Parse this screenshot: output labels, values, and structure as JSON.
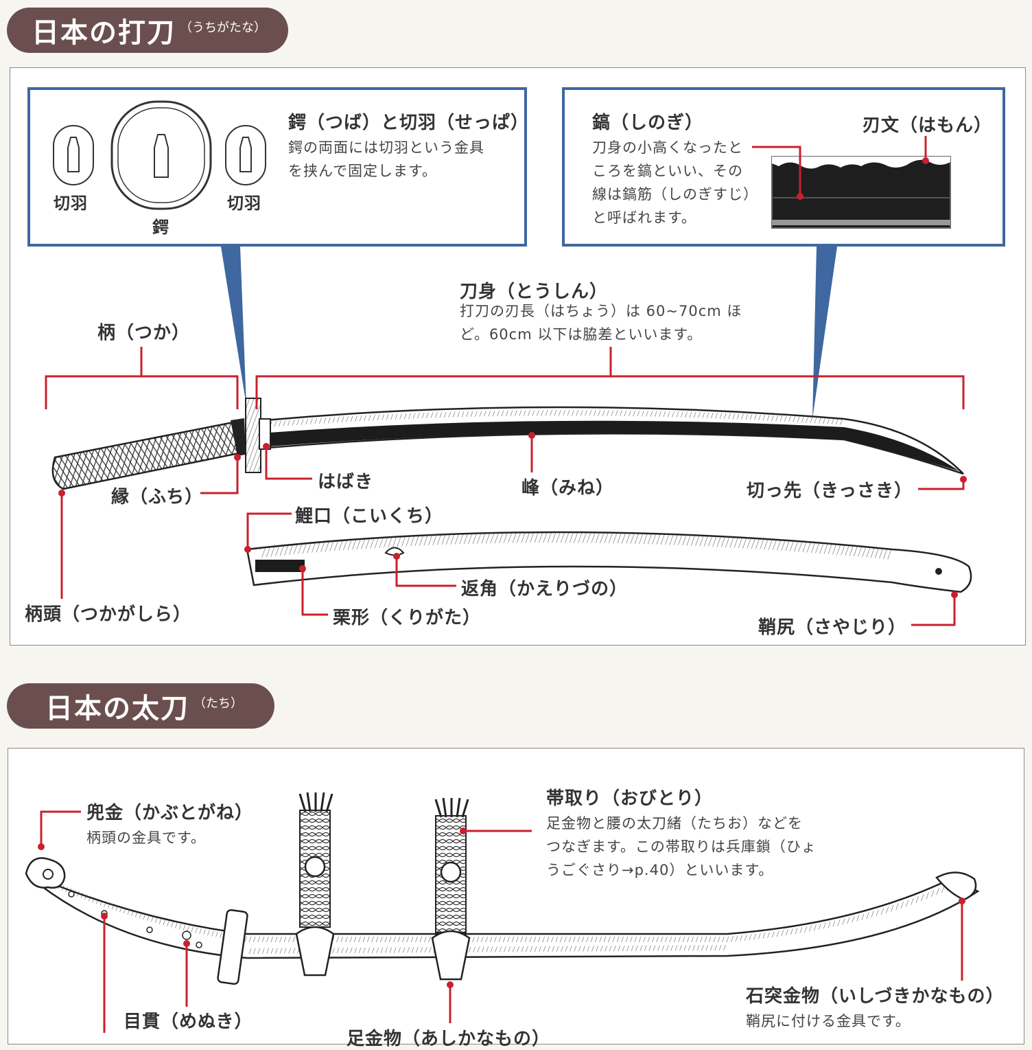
{
  "section1": {
    "title": "日本の打刀",
    "reading": "（うちがたな）"
  },
  "section2": {
    "title": "日本の太刀",
    "reading": "（たち）"
  },
  "tsuba_box": {
    "heading": "鍔（つば）と切羽（せっぱ）",
    "desc_line1": "鍔の両面には切羽という金具",
    "desc_line2": "を挟んで固定します。",
    "seppa_left": "切羽",
    "seppa_right": "切羽",
    "tsuba": "鍔"
  },
  "shinogi_box": {
    "heading": "鎬（しのぎ）",
    "desc_line1": "刀身の小高くなったと",
    "desc_line2": "ころを鎬といい、その",
    "desc_line3": "線は鎬筋（しのぎすじ）",
    "desc_line4": "と呼ばれます。",
    "hamon": "刃文（はもん）"
  },
  "uchigatana": {
    "toshin": "刀身（とうしん）",
    "toshin_desc1": "打刀の刃長（はちょう）は 60~70cm ほ",
    "toshin_desc2": "ど。60cm 以下は脇差といいます。",
    "tsuka": "柄（つか）",
    "fuchi": "縁（ふち）",
    "habaki": "はばき",
    "mine": "峰（みね）",
    "kissaki": "切っ先（きっさき）",
    "koiguchi": "鯉口（こいくち）",
    "kaerizuno": "返角（かえりづの）",
    "kurigata": "栗形（くりがた）",
    "tsukagashira": "柄頭（つかがしら）",
    "sayajiri": "鞘尻（さやじり）"
  },
  "tachi": {
    "kabutogane": "兜金（かぶとがね）",
    "kabutogane_desc": "柄頭の金具です。",
    "obitori": "帯取り（おびとり）",
    "obitori_desc1": "足金物と腰の太刀緒（たちお）などを",
    "obitori_desc2": "つなぎます。この帯取りは兵庫鎖（ひょ",
    "obitori_desc3": "うごぐさり→p.40）といいます。",
    "ishizuki": "石突金物（いしづきかなもの）",
    "ishizuki_desc": "鞘尻に付ける金具です。",
    "menuki": "目貫（めぬき）",
    "ashikanamono": "足金物（あしかなもの）"
  },
  "colors": {
    "accent_red": "#c8202e",
    "box_blue": "#3f67a0",
    "title_brown": "#6b4f4f"
  }
}
